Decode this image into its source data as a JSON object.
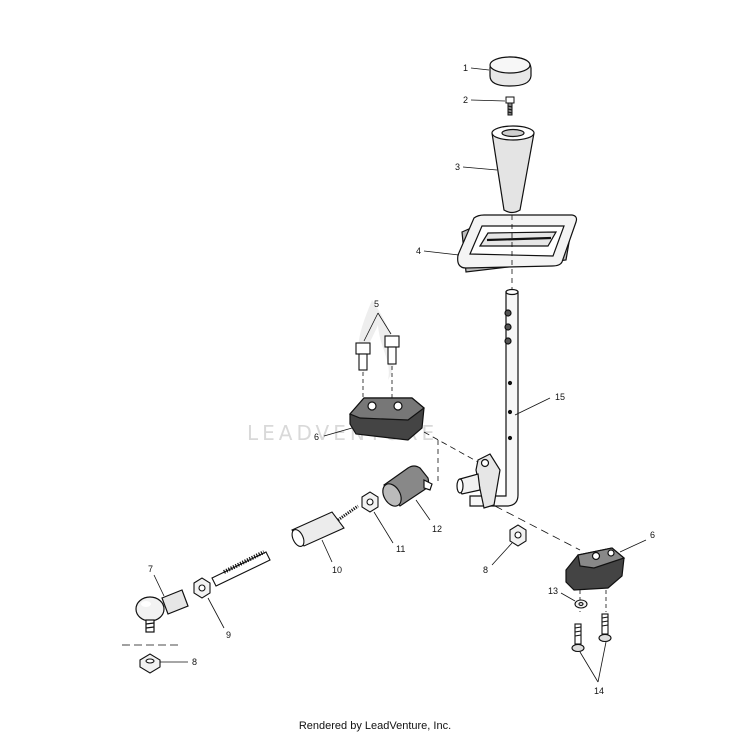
{
  "watermark": "LEADVENTURE",
  "footer": "Rendered by LeadVenture, Inc.",
  "callouts": {
    "c1": "1",
    "c2": "2",
    "c3": "3",
    "c4": "4",
    "c5": "5",
    "c6a": "6",
    "c6b": "6",
    "c7": "7",
    "c8a": "8",
    "c8b": "8",
    "c9": "9",
    "c10": "10",
    "c11": "11",
    "c12": "12",
    "c13": "13",
    "c14": "14",
    "c15": "15"
  },
  "colors": {
    "ink": "#111111",
    "fill": "#f2f2f2",
    "dark": "#2a2a2a",
    "mid": "#777777"
  }
}
